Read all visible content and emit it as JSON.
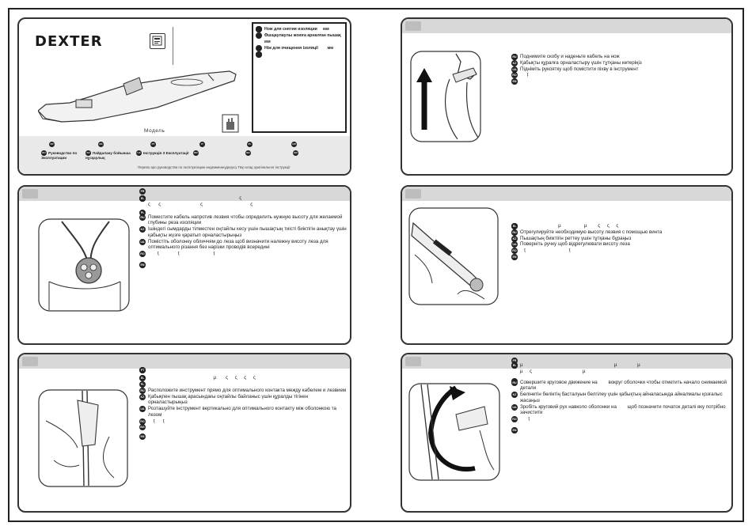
{
  "cover": {
    "brand": "DEXTER",
    "model_label": "Модель",
    "product_lines": [
      "",
      "",
      "",
      "",
      "",
      "",
      "Нож для снятия изоляции     мм",
      "Өшщаулаулы жоюға арналған пышақ        мм",
      "Ніж для очищення ізоляції        мм",
      "",
      "",
      ""
    ],
    "manual_langs": [
      {
        "code": "FR",
        "label": ""
      },
      {
        "code": "ES",
        "label": ""
      },
      {
        "code": "PT",
        "label": ""
      },
      {
        "code": "IT",
        "label": ""
      },
      {
        "code": "PL",
        "label": ""
      },
      {
        "code": "GR",
        "label": ""
      },
      {
        "code": "RU",
        "label": "Руководство по Эксплуатации"
      },
      {
        "code": "KZ",
        "label": "Пайдалану бойынша нұсқаулық"
      },
      {
        "code": "UA",
        "label": "Інструкція З Експлуатації"
      },
      {
        "code": "RO",
        "label": ""
      },
      {
        "code": "BG",
        "label": ""
      },
      {
        "code": "EN",
        "label": ""
      }
    ],
    "footer": "Перево аро                    руководства по эксплуатации       өндеммеөнудерусу Пер клад оригінальної інструкції"
  },
  "step1": {
    "lines": [
      {
        "code": "FR",
        "text": ""
      },
      {
        "code": "ES",
        "text": ""
      },
      {
        "code": "PT",
        "text": ""
      },
      {
        "code": "IT",
        "text": ""
      },
      {
        "code": "PL",
        "text": ""
      },
      {
        "code": "GR",
        "text": ""
      },
      {
        "code": "RU",
        "text": "Поднимите скобу и наденьте кабель на нож"
      },
      {
        "code": "KZ",
        "text": "Қабықты құралға орналастыру үшін тұтқаны көтеріңіз"
      },
      {
        "code": "UA",
        "text": "Підніміть рукоятку щоб помістити піхву в інструмент"
      },
      {
        "code": "RO",
        "text": "     ț"
      },
      {
        "code": "BG",
        "text": ""
      },
      {
        "code": "EN",
        "text": ""
      }
    ]
  },
  "step2": {
    "lines": [
      {
        "code": "FR",
        "text": ""
      },
      {
        "code": "ES",
        "text": ""
      },
      {
        "code": "PT",
        "text": ""
      },
      {
        "code": "IT",
        "text": ""
      },
      {
        "code": "EL",
        "text": "                                                                   ς\nς      ς                             ς                                   ς"
      },
      {
        "code": "PL",
        "text": ""
      },
      {
        "code": "RU",
        "text": "Поместите кабель напротив лезвия чтобы определить нужную высоту для желаемой глубины реза изоляции"
      },
      {
        "code": "KZ",
        "text": "Ішіндегі сымдарды тілместен оңтайлы кесу үшін пышақтың тиісті биіктігін анықтау үшін қабықты жүзге қаратып орналастырыңыз"
      },
      {
        "code": "UA",
        "text": "Помістіть оболонку обличчям до леза щоб визначити належну висоту леза для оптимального різання без нарізки проводів всередині"
      },
      {
        "code": "RO",
        "text": "       ț              ț                         ț"
      },
      {
        "code": "BG",
        "text": ""
      },
      {
        "code": "EN",
        "text": ""
      }
    ]
  },
  "step3": {
    "lines": [
      {
        "code": "FR",
        "text": ""
      },
      {
        "code": "ES",
        "text": ""
      },
      {
        "code": "PT",
        "text": ""
      },
      {
        "code": "IT",
        "text": ""
      },
      {
        "code": "EL",
        "text": "                            µ                 µ        ς     ς     ς"
      },
      {
        "code": "PL",
        "text": ""
      },
      {
        "code": "RU",
        "text": "Отрегулируйте необходимую высоту лезвия с помощью винта"
      },
      {
        "code": "KZ",
        "text": "Пышақтың биіктігін реттеу үшін тұтқаны бұраңыз"
      },
      {
        "code": "UA",
        "text": "Поверніть ручку щоб відрегулювати висоту леза"
      },
      {
        "code": "RO",
        "text": "   ț                                ț"
      },
      {
        "code": "BG",
        "text": ""
      },
      {
        "code": "EN",
        "text": ""
      }
    ]
  },
  "step4": {
    "lines": [
      {
        "code": "FR",
        "text": ""
      },
      {
        "code": "ES",
        "text": ""
      },
      {
        "code": "PT",
        "text": ""
      },
      {
        "code": "IT",
        "text": ""
      },
      {
        "code": "EL",
        "text": "                                                µ       ς     ς     ς     ς"
      },
      {
        "code": "PL",
        "text": ""
      },
      {
        "code": "RU",
        "text": "Расположите инструмент прямо для оптимального контакта между кабелем и лезвием"
      },
      {
        "code": "KZ",
        "text": "Қабықпен пышақ арасындағы оңтайлы байланыс үшін құралды тігінен орналастырыңыз"
      },
      {
        "code": "UA",
        "text": "Розташуйте інструмент вертикально для оптимального контакту між оболонкою та лезом"
      },
      {
        "code": "RO",
        "text": "    ț      ț"
      },
      {
        "code": "BG",
        "text": ""
      },
      {
        "code": "EN",
        "text": ""
      }
    ]
  },
  "step5": {
    "lines": [
      {
        "code": "FR",
        "text": ""
      },
      {
        "code": "ES",
        "text": ""
      },
      {
        "code": "PT",
        "text": ""
      },
      {
        "code": "IT",
        "text": ""
      },
      {
        "code": "EL",
        "text": "µ                                                                   µ               µ\nµ     ς                                     µ"
      },
      {
        "code": "PL",
        "text": ""
      },
      {
        "code": "RU",
        "text": "Совершите круговое движение на        вокруг оболочки чтобы отметить начало снимаемой детали"
      },
      {
        "code": "KZ",
        "text": "Бөлінетін бөліктің басталуын белгілеу үшін қабықтың айналасында айналмалы қозғалыс жасаңыз"
      },
      {
        "code": "UA",
        "text": "Зробіть круговий рух навколо оболонки на        щоб позначити початок деталі яку потрібно зачистити"
      },
      {
        "code": "RO",
        "text": "      ț"
      },
      {
        "code": "BG",
        "text": ""
      },
      {
        "code": "EN",
        "text": ""
      }
    ]
  }
}
